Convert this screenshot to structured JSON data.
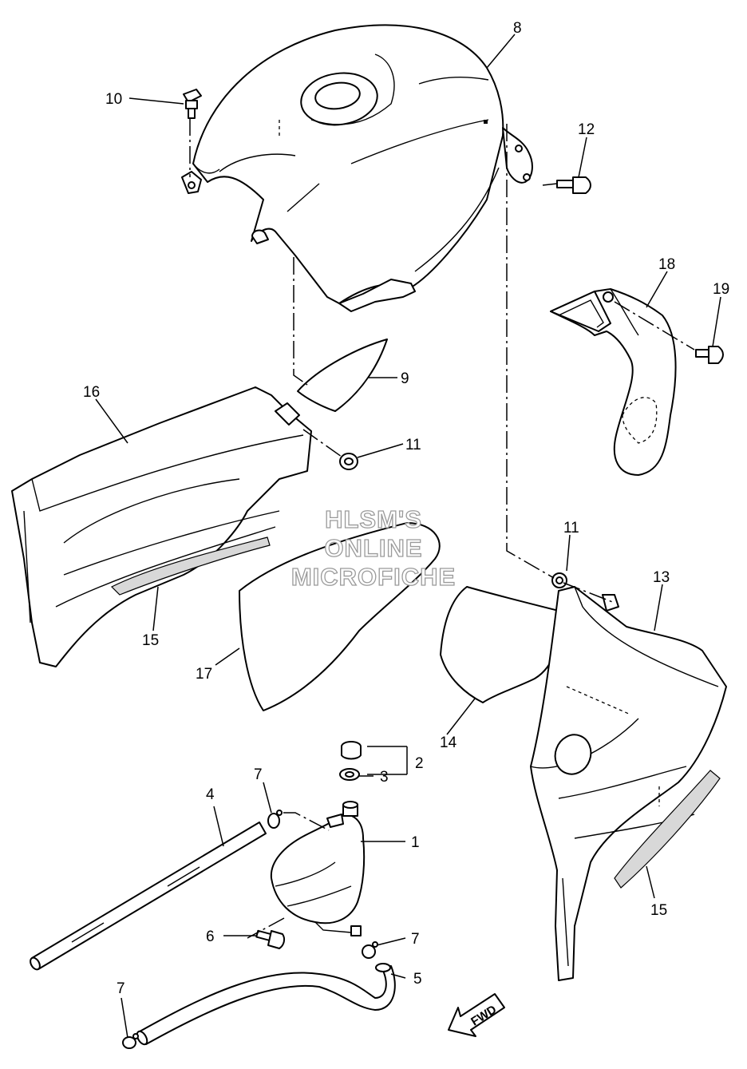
{
  "watermark": {
    "line1": "HLSM'S",
    "line2": "ONLINE",
    "line3": "MICROFICHE"
  },
  "direction_label": "FWD",
  "callouts": {
    "p1": "1",
    "p2": "2",
    "p3": "3",
    "p4": "4",
    "p5": "5",
    "p6": "6",
    "p7a": "7",
    "p7b": "7",
    "p7c": "7",
    "p8": "8",
    "p9": "9",
    "p10": "10",
    "p11a": "11",
    "p11b": "11",
    "p12": "12",
    "p13": "13",
    "p14": "14",
    "p15a": "15",
    "p15b": "15",
    "p16": "16",
    "p17": "17",
    "p18": "18",
    "p19": "19"
  }
}
